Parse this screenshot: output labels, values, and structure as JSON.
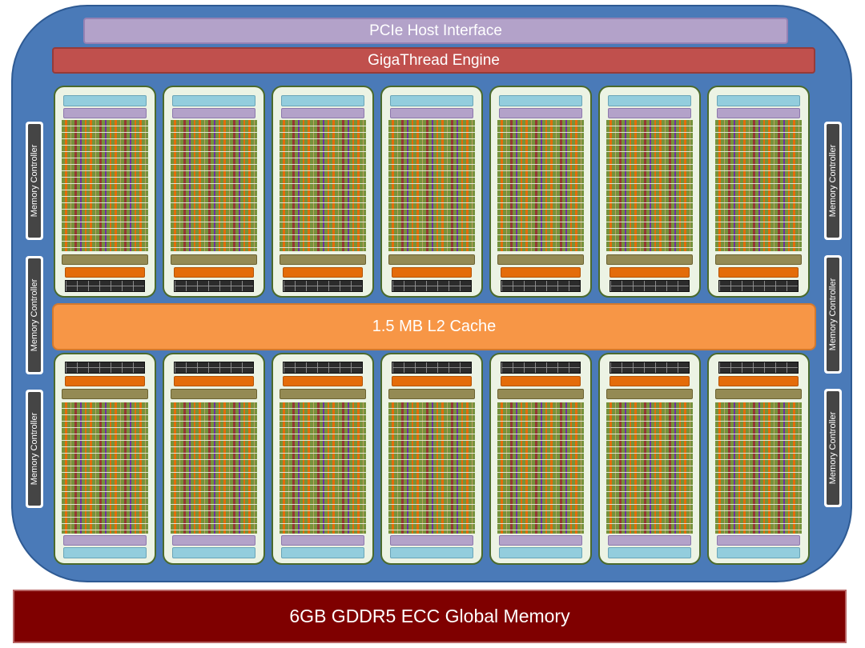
{
  "pcie_label": "PCIe Host Interface",
  "gigathread_label": "GigaThread Engine",
  "l2_label": "1.5 MB L2 Cache",
  "global_memory_label": "6GB GDDR5 ECC Global Memory",
  "memory_controllers": [
    {
      "side": "left",
      "label": "Memory Controller"
    },
    {
      "side": "left",
      "label": "Memory Controller"
    },
    {
      "side": "left",
      "label": "Memory Controller"
    },
    {
      "side": "right",
      "label": "Memory Controller"
    },
    {
      "side": "right",
      "label": "Memory Controller"
    },
    {
      "side": "right",
      "label": "Memory Controller"
    }
  ],
  "streaming_multiprocessors": {
    "top_row_count": 7,
    "bottom_row_count": 7
  },
  "colors": {
    "chip": "#4a7ab8",
    "pcie": "#b3a2c9",
    "gigathread": "#c0504d",
    "l2_cache": "#f79646",
    "global_memory": "#7f0000",
    "core": "#76923c",
    "sm_background": "#ecf3e4"
  }
}
